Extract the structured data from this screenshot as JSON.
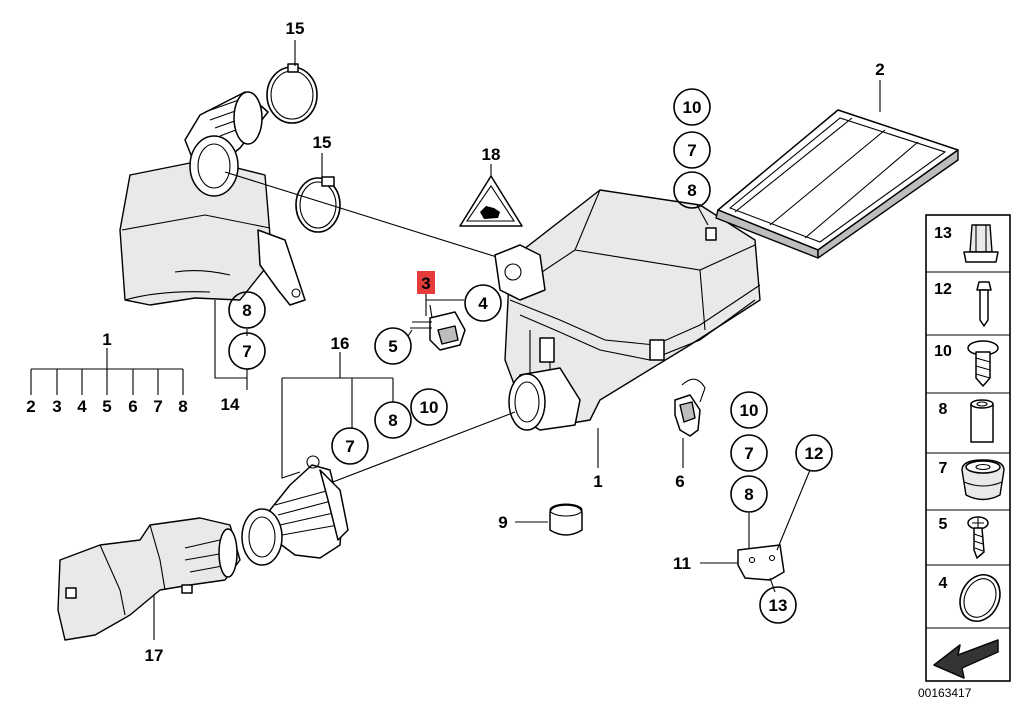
{
  "labels": {
    "l15a": "15",
    "l15b": "15",
    "l18": "18",
    "l2": "2",
    "l10a": "10",
    "l7a": "7",
    "l8a": "8",
    "l1a": "1",
    "l3": "3",
    "l4": "4",
    "l5": "5",
    "l8b": "8",
    "l7b": "7",
    "l14": "14",
    "s2": "2",
    "s3": "3",
    "s4": "4",
    "s5": "5",
    "s6": "6",
    "s7": "7",
    "s8": "8",
    "l16": "16",
    "l8c": "8",
    "l10b": "10",
    "l7c": "7",
    "l1b": "1",
    "l6": "6",
    "l10c": "10",
    "l7d": "7",
    "l8d": "8",
    "l12": "12",
    "l9": "9",
    "l11": "11",
    "l13a": "13",
    "l17": "17",
    "k13": "13",
    "k12": "12",
    "k10": "10",
    "k8": "8",
    "k7": "7",
    "k5": "5",
    "k4": "4"
  },
  "reference_number": "00163417",
  "colors": {
    "highlight": "#e53b3b",
    "line": "#000000",
    "background": "#ffffff"
  }
}
